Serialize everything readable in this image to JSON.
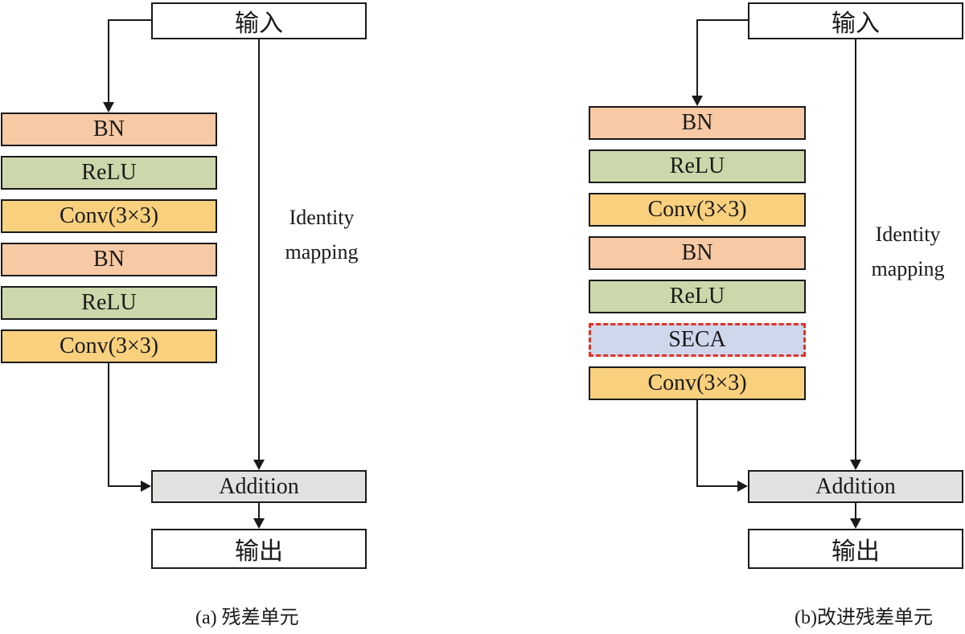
{
  "left": {
    "input_label": "输入",
    "stack": [
      {
        "label": "BN",
        "type": "bn"
      },
      {
        "label": "ReLU",
        "type": "relu"
      },
      {
        "label": "Conv(3×3)",
        "type": "conv"
      },
      {
        "label": "BN",
        "type": "bn"
      },
      {
        "label": "ReLU",
        "type": "relu"
      },
      {
        "label": "Conv(3×3)",
        "type": "conv"
      }
    ],
    "identity": {
      "line1": "Identity",
      "line2": "mapping"
    },
    "addition_label": "Addition",
    "output_label": "输出",
    "caption": "(a) 残差单元"
  },
  "right": {
    "input_label": "输入",
    "stack": [
      {
        "label": "BN",
        "type": "bn"
      },
      {
        "label": "ReLU",
        "type": "relu"
      },
      {
        "label": "Conv(3×3)",
        "type": "conv"
      },
      {
        "label": "BN",
        "type": "bn"
      },
      {
        "label": "ReLU",
        "type": "relu"
      },
      {
        "label": "SECA",
        "type": "seca"
      },
      {
        "label": "Conv(3×3)",
        "type": "conv"
      }
    ],
    "identity": {
      "line1": "Identity",
      "line2": "mapping"
    },
    "addition_label": "Addition",
    "output_label": "输出",
    "caption": "(b)改进残差单元"
  },
  "colors": {
    "bn_fill": "#f7c9a5",
    "relu_fill": "#ccd8ab",
    "conv_fill": "#f8d07e",
    "seca_fill": "#cfd7ec",
    "seca_border": "#e03325",
    "addition_fill": "#e1e1e0",
    "io_fill": "#ffffff",
    "line_color": "#1a1a1a"
  }
}
